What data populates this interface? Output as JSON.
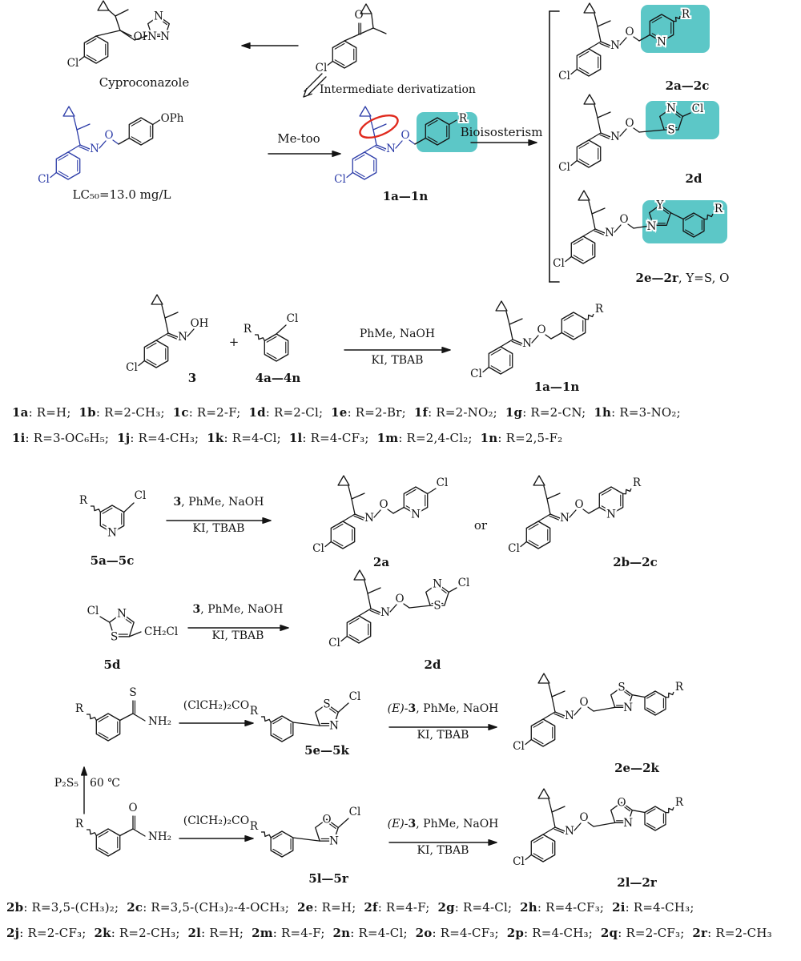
{
  "colors": {
    "ink": "#141414",
    "structure_blue": "#2c3ca8",
    "highlight_teal": "#3fbdbd",
    "highlight_red": "#e02a1e"
  },
  "atoms": {
    "cl": "Cl",
    "n": "N",
    "o": "O",
    "s": "S",
    "y": "Y",
    "r": "R",
    "oh": "OH",
    "oph": "OPh",
    "nh2": "NH₂",
    "ch2cl": "CH₂Cl"
  },
  "top": {
    "cyproconazole_label": "Cyproconazole",
    "derivatization_label": "Intermediate derivatization",
    "me_too_label": "Me-too",
    "lc50_label": "LC₅₀=13.0 mg/L",
    "bioisosterism_label": "Bioisosterism",
    "intermediate_id": "1a—1n",
    "product_pyridine_id": "2a—2c",
    "product_chlorothiazole_id": "2d",
    "product_aryl_azole_id": "2e—2r",
    "product_aryl_azole_suffix": ", Y=S, O"
  },
  "scheme1": {
    "oxime_id": "3",
    "plus": "+",
    "benzyl_chloride_id": "4a—4n",
    "conditions_top": "PhMe, NaOH",
    "conditions_bottom": "KI, TBAB",
    "product_id": "1a—1n"
  },
  "caption1": {
    "line1": [
      {
        "id": "1a",
        "r": "R=H"
      },
      {
        "id": "1b",
        "r": "R=2-CH₃"
      },
      {
        "id": "1c",
        "r": "R=2-F"
      },
      {
        "id": "1d",
        "r": "R=2-Cl"
      },
      {
        "id": "1e",
        "r": "R=2-Br"
      },
      {
        "id": "1f",
        "r": "R=2-NO₂"
      },
      {
        "id": "1g",
        "r": "R=2-CN"
      },
      {
        "id": "1h",
        "r": "R=3-NO₂;"
      }
    ],
    "line2": [
      {
        "id": "1i",
        "r": "R=3-OC₆H₅"
      },
      {
        "id": "1j",
        "r": "R=4-CH₃"
      },
      {
        "id": "1k",
        "r": "R=4-Cl"
      },
      {
        "id": "1l",
        "r": "R=4-CF₃"
      },
      {
        "id": "1m",
        "r": "R=2,4-Cl₂"
      },
      {
        "id": "1n",
        "r": "R=2,5-F₂"
      }
    ]
  },
  "scheme2": {
    "reagent_id": "5a—5c",
    "conditions": {
      "cmpd": "3",
      "rest": ", PhMe, NaOH"
    },
    "conditions_bottom": "KI, TBAB",
    "product1_id": "2a",
    "or_label": "or",
    "product2_id": "2b—2c"
  },
  "scheme3": {
    "reagent_id": "5d",
    "conditions": {
      "cmpd": "3",
      "rest": ", PhMe, NaOH"
    },
    "conditions_bottom": "KI, TBAB",
    "product_id": "2d"
  },
  "scheme4": {
    "amide_reagent": "(ClCH₂)₂CO",
    "intermediate_id": "5e—5k",
    "conditions": {
      "pre": "(E)-",
      "cmpd": "3",
      "rest": ", PhMe, NaOH"
    },
    "conditions_bottom": "KI, TBAB",
    "product_id": "2e—2k",
    "thionation_reagent": "P₂S₅",
    "thionation_temp": "60 ℃"
  },
  "scheme5": {
    "amide_reagent": "(ClCH₂)₂CO",
    "intermediate_id": "5l—5r",
    "conditions": {
      "pre": "(E)-",
      "cmpd": "3",
      "rest": ", PhMe, NaOH"
    },
    "conditions_bottom": "KI, TBAB",
    "product_id": "2l—2r"
  },
  "caption2": {
    "line1": [
      {
        "id": "2b",
        "r": "R=3,5-(CH₃)₂"
      },
      {
        "id": "2c",
        "r": "R=3,5-(CH₃)₂-4-OCH₃"
      },
      {
        "id": "2e",
        "r": "R=H"
      },
      {
        "id": "2f",
        "r": "R=4-F"
      },
      {
        "id": "2g",
        "r": "R=4-Cl"
      },
      {
        "id": "2h",
        "r": "R=4-CF₃"
      },
      {
        "id": "2i",
        "r": "R=4-CH₃;"
      }
    ],
    "line2": [
      {
        "id": "2j",
        "r": "R=2-CF₃"
      },
      {
        "id": "2k",
        "r": "R=2-CH₃"
      },
      {
        "id": "2l",
        "r": "R=H"
      },
      {
        "id": "2m",
        "r": "R=4-F"
      },
      {
        "id": "2n",
        "r": "R=4-Cl"
      },
      {
        "id": "2o",
        "r": "R=4-CF₃"
      },
      {
        "id": "2p",
        "r": "R=4-CH₃"
      },
      {
        "id": "2q",
        "r": "R=2-CF₃"
      },
      {
        "id": "2r",
        "r": "R=2-CH₃"
      }
    ]
  }
}
